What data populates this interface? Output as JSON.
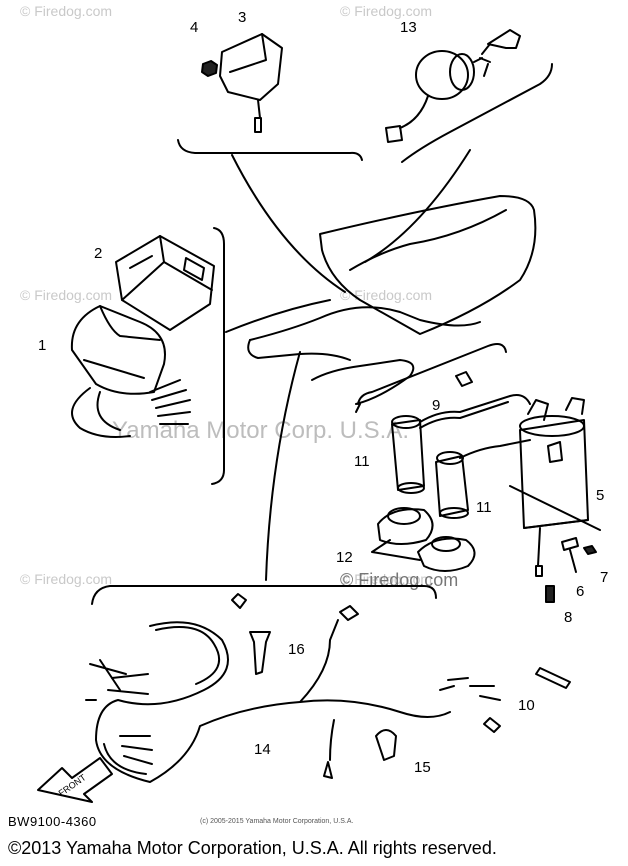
{
  "watermarks": {
    "corner": "© Firedog.com",
    "center": "Yamaha Motor Corp. U.S.A.",
    "mid": "© Firedog.com"
  },
  "callouts": [
    {
      "id": "1",
      "label": "1"
    },
    {
      "id": "2",
      "label": "2"
    },
    {
      "id": "3",
      "label": "3"
    },
    {
      "id": "4",
      "label": "4"
    },
    {
      "id": "5",
      "label": "5"
    },
    {
      "id": "6",
      "label": "6"
    },
    {
      "id": "7",
      "label": "7"
    },
    {
      "id": "8",
      "label": "8"
    },
    {
      "id": "9",
      "label": "9"
    },
    {
      "id": "10",
      "label": "10"
    },
    {
      "id": "11a",
      "label": "11"
    },
    {
      "id": "11b",
      "label": "11"
    },
    {
      "id": "12",
      "label": "12"
    },
    {
      "id": "13",
      "label": "13"
    },
    {
      "id": "14",
      "label": "14"
    },
    {
      "id": "15",
      "label": "15"
    },
    {
      "id": "16",
      "label": "16"
    }
  ],
  "front_arrow": "FRONT",
  "part_number": "BW9100-4360",
  "copyright_small": "(c) 2005-2015 Yamaha Motor Corporation, U.S.A.",
  "copyright_main": "©2013 Yamaha Motor Corporation, U.S.A. All rights reserved."
}
